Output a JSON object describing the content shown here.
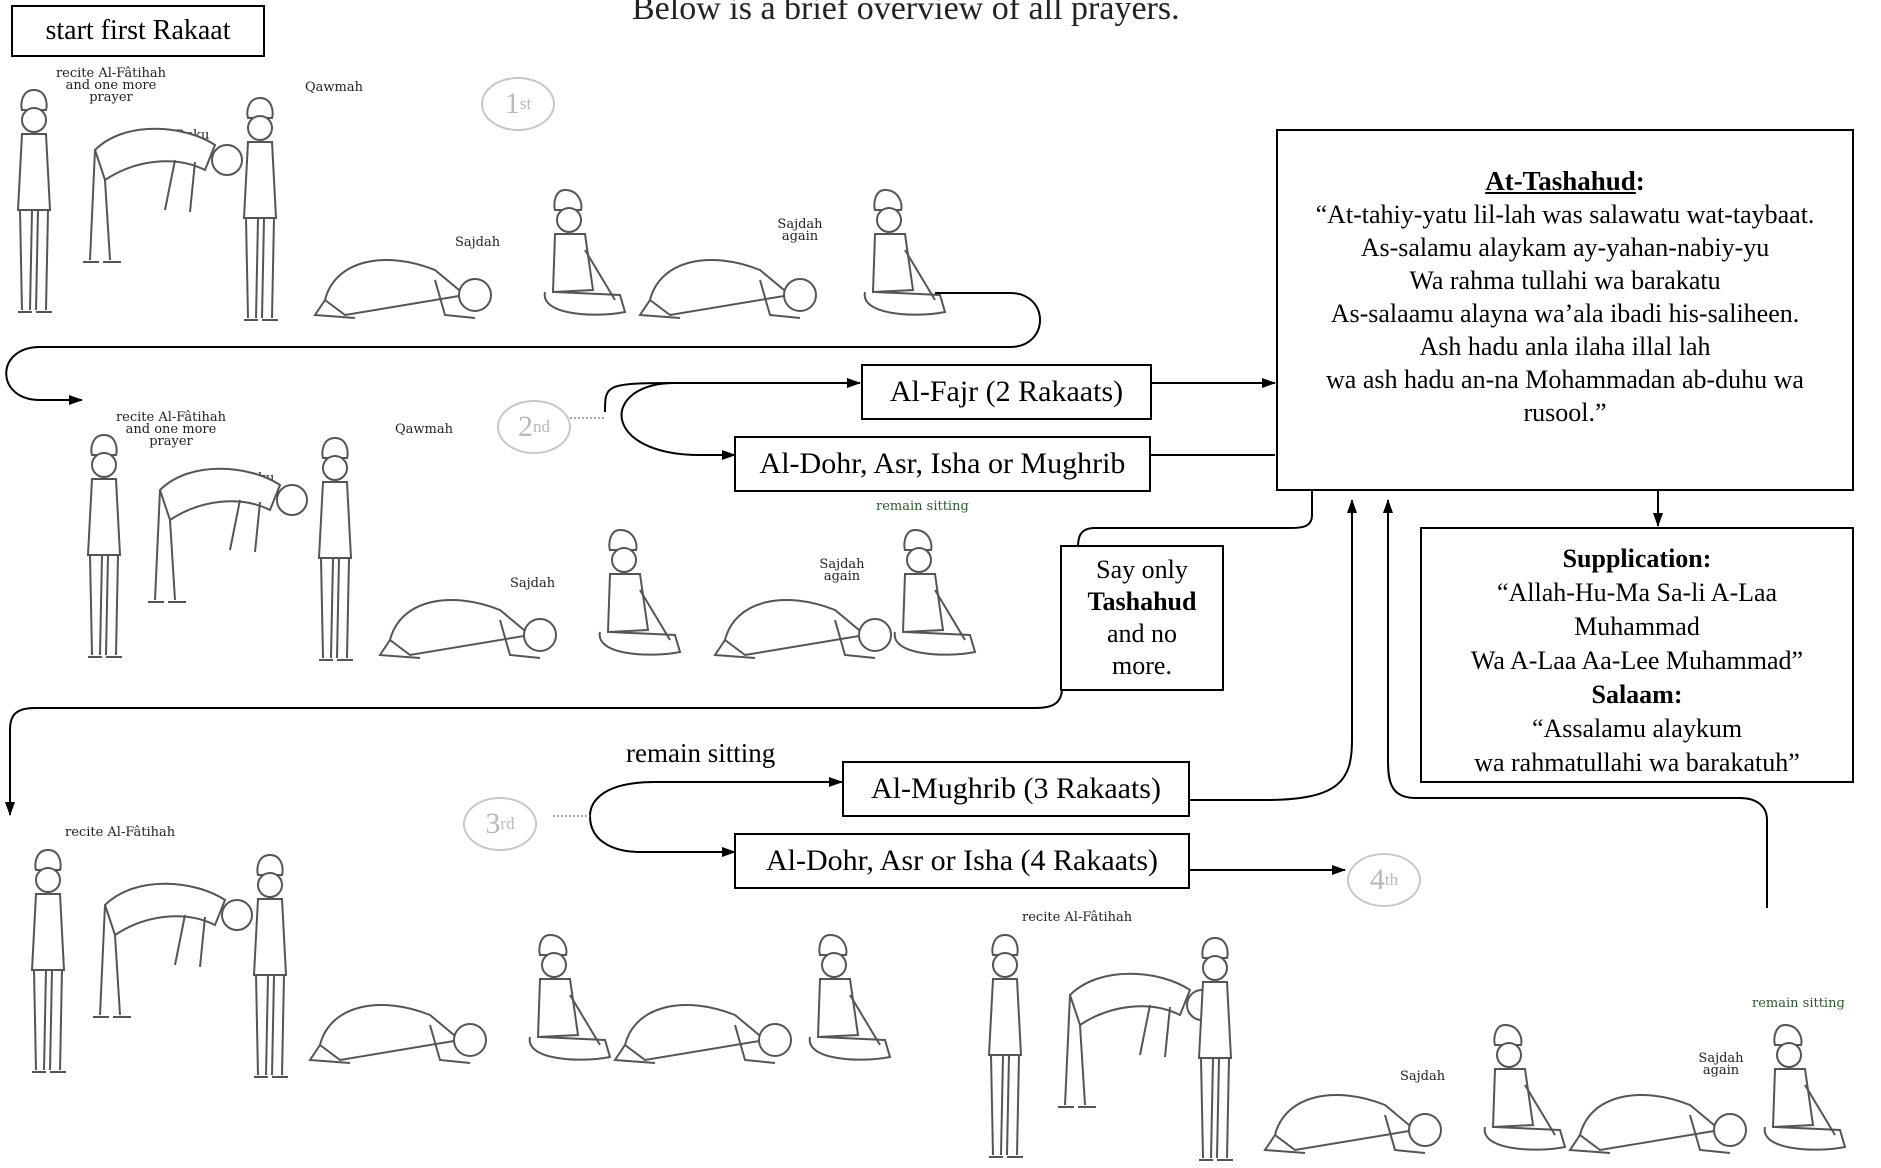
{
  "header": {
    "title": "Below is a brief overview of all prayers.",
    "start_label": "start first Rakaat"
  },
  "rakaat_markers": [
    {
      "number": "1",
      "suffix": "st"
    },
    {
      "number": "2",
      "suffix": "nd"
    },
    {
      "number": "3",
      "suffix": "rd"
    },
    {
      "number": "4",
      "suffix": "th"
    }
  ],
  "steps": {
    "recite_fatihah_more": [
      "recite Al-Fâtihah",
      "and one more",
      "prayer"
    ],
    "recite_fatihah": "recite Al-Fâtihah",
    "ruku": "Ruku",
    "qawmah": "Qawmah",
    "sajdah": "Sajdah",
    "sajdah_again": [
      "Sajdah",
      "again"
    ],
    "remain_sitting": "remain sitting"
  },
  "branches": {
    "fajr": "Al-Fajr (2 Rakaats)",
    "dohr_asr_isha_mughrib": "Al-Dohr, Asr, Isha or Mughrib",
    "mughrib": "Al-Mughrib (3 Rakaats)",
    "dohr_asr_isha": "Al-Dohr, Asr or Isha (4 Rakaats)",
    "remain_sitting": "remain sitting",
    "tashahud_only": {
      "line1": "Say only",
      "bold": "Tashahud",
      "line3": "and no",
      "line4": "more."
    }
  },
  "tashahud": {
    "heading": "At-Tashahud",
    "colon": ":",
    "lines": [
      "“At-tahiy-yatu lil-lah was salawatu wat-taybaat.",
      "As-salamu alaykam ay-yahan-nabiy-yu",
      "Wa rahma tullahi wa barakatu",
      "As-salaamu alayna wa’ala ibadi his-saliheen.",
      "Ash hadu anla ilaha illal lah",
      "wa ash hadu an-na Mohammadan ab-duhu wa",
      "rusool.”"
    ]
  },
  "supplication": {
    "heading": "Supplication:",
    "lines": [
      "“Allah-Hu-Ma Sa-li A-Laa",
      "Muhammad",
      "Wa A-Laa Aa-Lee Muhammad”"
    ],
    "salaam_heading": "Salaam:",
    "salaam_lines": [
      "“Assalamu alaykum",
      "wa rahmatullahi wa barakatuh”"
    ]
  }
}
